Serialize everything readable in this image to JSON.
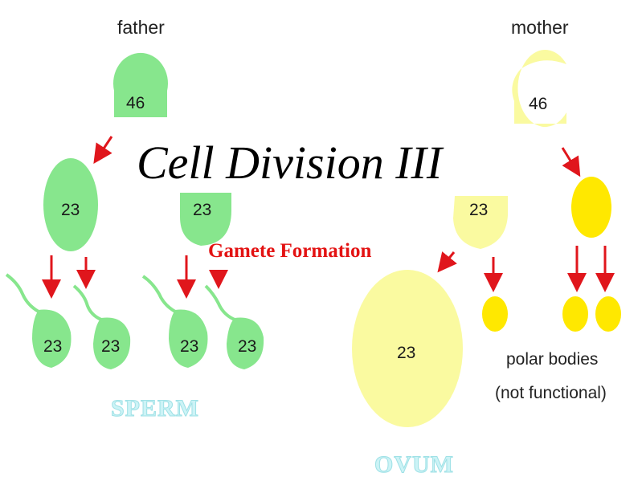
{
  "colors": {
    "sperm_cell": "#87e68d",
    "egg_cell": "#fafaa0",
    "polar_body": "#ffe800",
    "arrow": "#e0161c",
    "title": "#000000",
    "subtitle": "#e31212",
    "cell_label_tint": "#ccf3f6"
  },
  "parents": {
    "father": {
      "label": "father",
      "number": "46"
    },
    "mother": {
      "label": "mother",
      "number": "46"
    }
  },
  "male_line": {
    "secondary_cells": [
      "23",
      "23"
    ],
    "sperm_cells": [
      "23",
      "23",
      "23",
      "23"
    ],
    "group_label": "SPERM"
  },
  "female_line": {
    "secondary_cell": "23",
    "ovum_number": "23",
    "ovum_label": "OVUM",
    "polar_bodies_label_line1": "polar bodies",
    "polar_bodies_label_line2": "(not functional)"
  },
  "overlay": {
    "title": "Cell Division III",
    "subtitle": "Gamete Formation"
  }
}
